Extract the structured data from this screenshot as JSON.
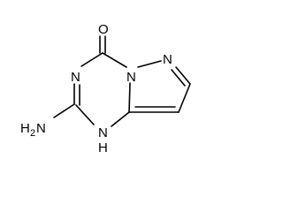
{
  "molecule": {
    "atoms": {
      "o": "O",
      "n_top_right": "N",
      "n_left": "N",
      "n_center": "N",
      "nh_n": "N",
      "nh_h": "H",
      "nh2_n": "H",
      "nh2_sub": "2",
      "nh2_tail": "N"
    }
  }
}
